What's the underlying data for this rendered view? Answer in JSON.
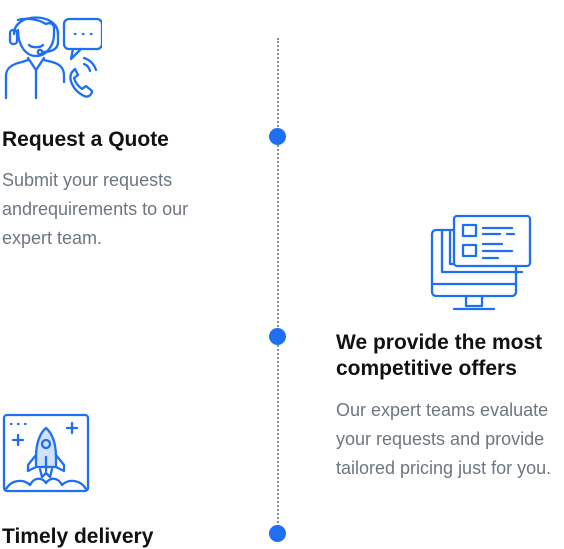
{
  "steps": [
    {
      "icon": "customer-support-icon",
      "title": "Request a Quote",
      "description": "Submit your requests andrequirements to our expert team."
    },
    {
      "icon": "computer-monitor-icon",
      "title": "We provide the most competitive offers",
      "description": "Our expert teams evaluate your requests and provide tailored pricing just for you."
    },
    {
      "icon": "rocket-launch-icon",
      "title": "Timely delivery",
      "description": ""
    }
  ],
  "colors": {
    "accent": "#1f6ff2",
    "title": "#111111",
    "text": "#6d7680",
    "line": "#8a8a8a"
  }
}
